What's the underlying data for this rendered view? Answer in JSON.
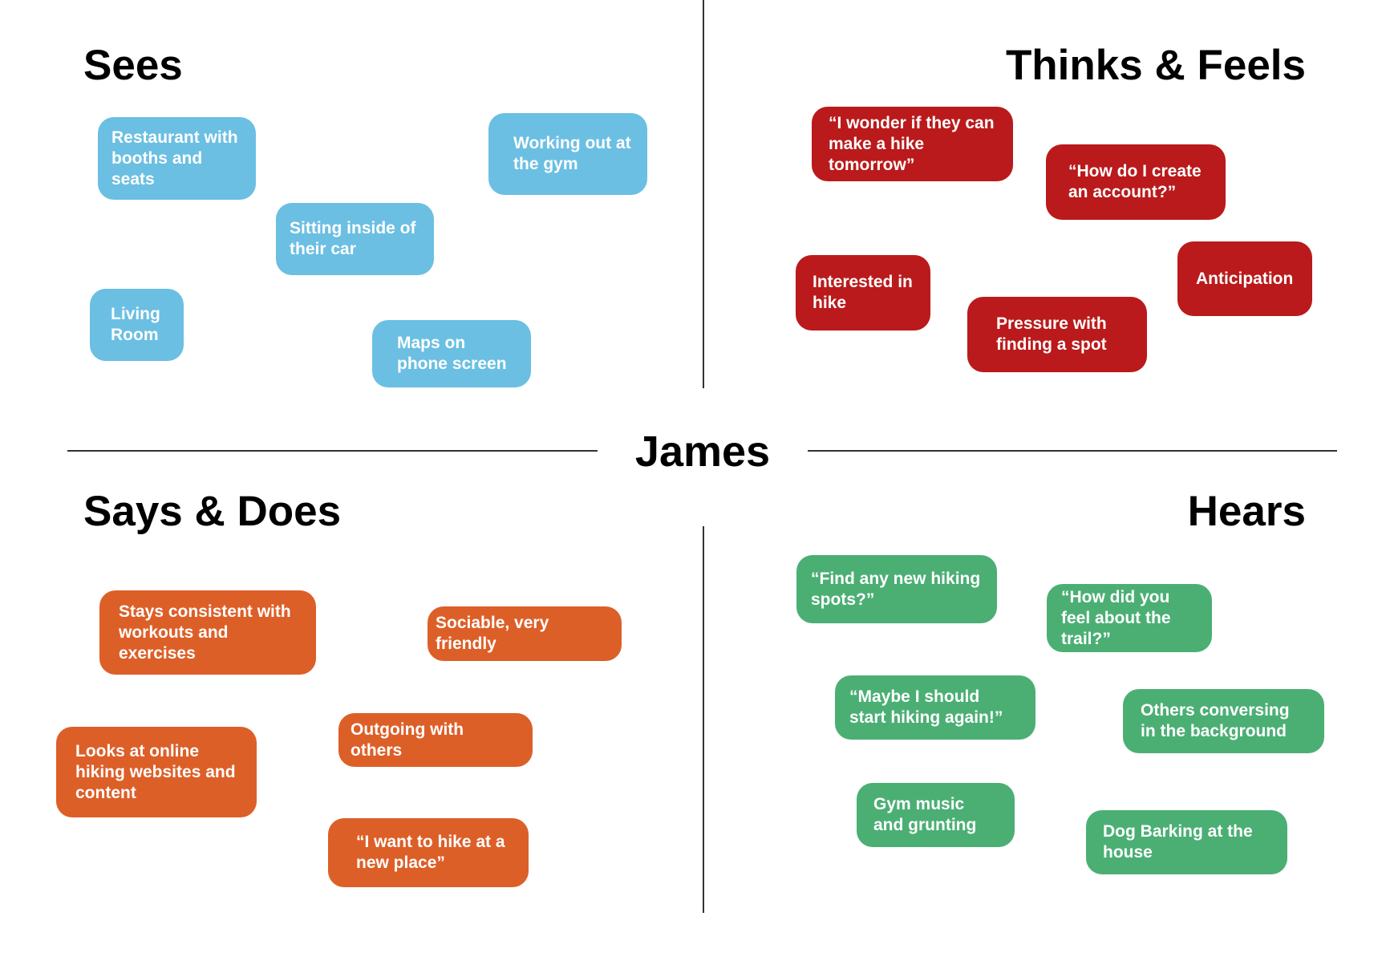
{
  "persona": "James",
  "colors": {
    "sees": "#6bbfe2",
    "thinks_feels": "#ba1a1b",
    "says_does": "#dd5f28",
    "hears": "#4baf74"
  },
  "quadrants": {
    "sees": {
      "title": "Sees",
      "notes": [
        "Restaurant with booths and seats",
        "Working out at the gym",
        "Sitting inside of their car",
        "Living Room",
        "Maps on phone screen"
      ]
    },
    "thinks_feels": {
      "title": "Thinks & Feels",
      "notes": [
        "“I wonder if they can make a hike tomorrow”",
        "“How do I create an account?”",
        "Interested in hike",
        "Anticipation",
        "Pressure with finding a spot"
      ]
    },
    "says_does": {
      "title": "Says & Does",
      "notes": [
        "Stays consistent with workouts and exercises",
        "Sociable, very friendly",
        "Looks at online hiking websites and content",
        "Outgoing with others",
        "“I want to hike at a new place”"
      ]
    },
    "hears": {
      "title": "Hears",
      "notes": [
        "“Find any new hiking spots?”",
        "“How did you feel about the trail?”",
        "“Maybe I should start hiking again!”",
        "Others conversing in the background",
        "Gym music and grunting",
        "Dog Barking at the house"
      ]
    }
  }
}
